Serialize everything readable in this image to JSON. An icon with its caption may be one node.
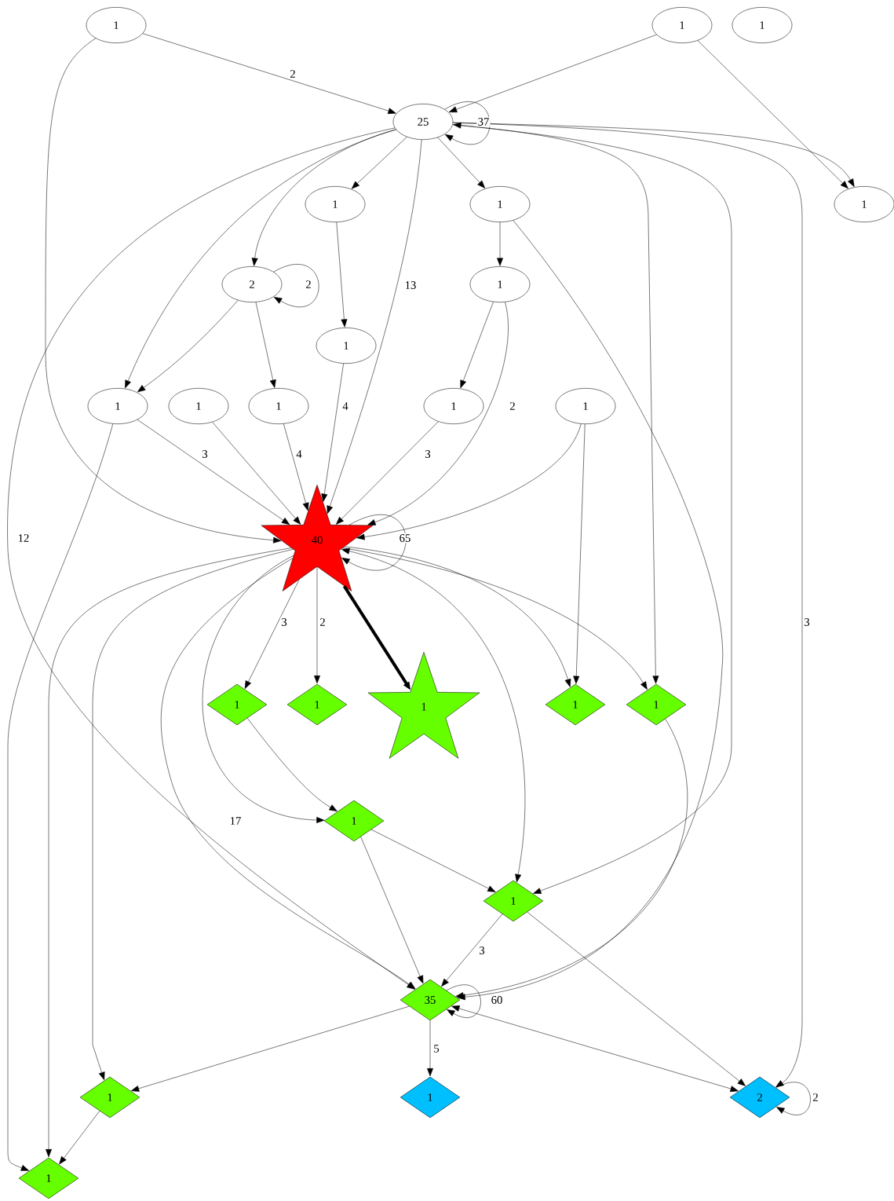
{
  "diagram": {
    "nodes": [
      {
        "text": [
          "1"
        ]
      },
      {
        "text": [
          "1"
        ]
      },
      {
        "text": [
          "1"
        ]
      },
      {
        "text": [
          "25"
        ]
      },
      {
        "text": [
          "1"
        ]
      },
      {
        "text": [
          "1"
        ]
      },
      {
        "text": [
          "1"
        ]
      },
      {
        "text": [
          "2"
        ]
      },
      {
        "text": [
          "1"
        ]
      },
      {
        "text": [
          "1"
        ]
      },
      {
        "text": [
          "1"
        ]
      },
      {
        "text": [
          "1"
        ]
      },
      {
        "text": [
          "1"
        ]
      },
      {
        "text": [
          "1"
        ]
      },
      {
        "text": [
          "1"
        ]
      },
      {
        "text": [
          "40"
        ]
      },
      {
        "text": [
          "1"
        ]
      },
      {
        "text": [
          "1"
        ]
      },
      {
        "text": [
          "1"
        ]
      },
      {
        "text": [
          "1"
        ]
      },
      {
        "text": [
          "1"
        ]
      },
      {
        "text": [
          "1"
        ]
      },
      {
        "text": [
          "1"
        ]
      },
      {
        "text": [
          "35"
        ]
      },
      {
        "text": [
          "1"
        ]
      },
      {
        "text": [
          "1"
        ]
      },
      {
        "text": [
          "2"
        ]
      },
      {
        "text": [
          "1"
        ]
      }
    ],
    "edges": [
      {
        "from": 0,
        "to": 3,
        "arrow": "to",
        "label": "2"
      },
      {
        "from": 0,
        "to": 15,
        "arrow": "to"
      },
      {
        "from": 1,
        "to": 3,
        "arrow": "to"
      },
      {
        "from": 1,
        "to": 4,
        "arrow": "to"
      },
      {
        "from": 3,
        "to": 3,
        "arrow": "to",
        "label": "37"
      },
      {
        "from": 3,
        "to": 5,
        "arrow": "to"
      },
      {
        "from": 3,
        "to": 6,
        "arrow": "to"
      },
      {
        "from": 3,
        "to": 7,
        "arrow": "to"
      },
      {
        "from": 3,
        "to": 10,
        "arrow": "to"
      },
      {
        "from": 3,
        "to": 15,
        "arrow": "to",
        "label": "13"
      },
      {
        "from": 3,
        "to": 20,
        "arrow": "both"
      },
      {
        "from": 3,
        "to": 4,
        "arrow": "to"
      },
      {
        "from": 3,
        "to": 26,
        "arrow": "to",
        "label": "3"
      },
      {
        "from": 3,
        "to": 23,
        "arrow": "to",
        "label": "12"
      },
      {
        "from": 3,
        "to": 22,
        "arrow": "to"
      },
      {
        "from": 5,
        "to": 9,
        "arrow": "to"
      },
      {
        "from": 6,
        "to": 8,
        "arrow": "to"
      },
      {
        "from": 6,
        "to": 23,
        "arrow": "to"
      },
      {
        "from": 7,
        "to": 7,
        "arrow": "to",
        "label": "2"
      },
      {
        "from": 7,
        "to": 10,
        "arrow": "to"
      },
      {
        "from": 7,
        "to": 12,
        "arrow": "to"
      },
      {
        "from": 8,
        "to": 13,
        "arrow": "to"
      },
      {
        "from": 8,
        "to": 15,
        "arrow": "to",
        "label": "2"
      },
      {
        "from": 9,
        "to": 15,
        "arrow": "to",
        "label": "4"
      },
      {
        "from": 10,
        "to": 15,
        "arrow": "to",
        "label": "3"
      },
      {
        "from": 10,
        "to": 27,
        "arrow": "to"
      },
      {
        "from": 11,
        "to": 15,
        "arrow": "to"
      },
      {
        "from": 12,
        "to": 15,
        "arrow": "to",
        "label": "4"
      },
      {
        "from": 13,
        "to": 15,
        "arrow": "to",
        "label": "3"
      },
      {
        "from": 14,
        "to": 15,
        "arrow": "to"
      },
      {
        "from": 14,
        "to": 19,
        "arrow": "to"
      },
      {
        "from": 15,
        "to": 15,
        "arrow": "to",
        "label": "65"
      },
      {
        "from": 15,
        "to": 16,
        "arrow": "to",
        "label": "3"
      },
      {
        "from": 15,
        "to": 17,
        "arrow": "to",
        "label": "2"
      },
      {
        "from": 15,
        "to": 18,
        "arrow": "to",
        "style": "thick"
      },
      {
        "from": 15,
        "to": 19,
        "arrow": "to"
      },
      {
        "from": 15,
        "to": 20,
        "arrow": "to"
      },
      {
        "from": 15,
        "to": 27,
        "arrow": "to"
      },
      {
        "from": 15,
        "to": 24,
        "arrow": "to"
      },
      {
        "from": 15,
        "to": 21,
        "arrow": "to"
      },
      {
        "from": 15,
        "to": 23,
        "arrow": "to",
        "label": "17"
      },
      {
        "from": 15,
        "to": 22,
        "arrow": "both"
      },
      {
        "from": 16,
        "to": 21,
        "arrow": "to"
      },
      {
        "from": 20,
        "to": 23,
        "arrow": "to"
      },
      {
        "from": 21,
        "to": 22,
        "arrow": "to"
      },
      {
        "from": 21,
        "to": 23,
        "arrow": "to"
      },
      {
        "from": 22,
        "to": 23,
        "arrow": "to",
        "label": "3"
      },
      {
        "from": 22,
        "to": 26,
        "arrow": "to"
      },
      {
        "from": 23,
        "to": 23,
        "arrow": "to",
        "label": "60"
      },
      {
        "from": 23,
        "to": 24,
        "arrow": "to"
      },
      {
        "from": 23,
        "to": 25,
        "arrow": "to",
        "label": "5"
      },
      {
        "from": 23,
        "to": 26,
        "arrow": "both"
      },
      {
        "from": 24,
        "to": 27,
        "arrow": "to"
      },
      {
        "from": 26,
        "to": 26,
        "arrow": "to",
        "label": "2"
      }
    ]
  }
}
